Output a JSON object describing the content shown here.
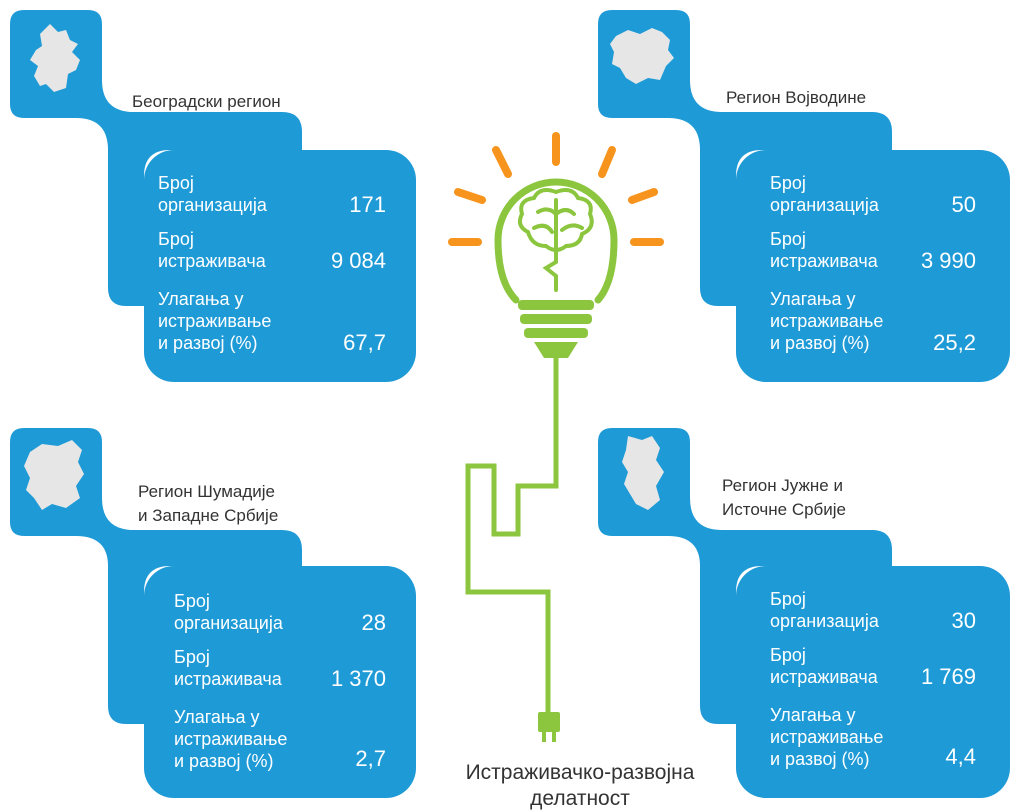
{
  "colors": {
    "panel": "#1e9ad6",
    "map": "#e6e6e6",
    "bulb": "#8cc63f",
    "rays": "#f7941d",
    "text_dark": "#333333"
  },
  "icons": {
    "bulb": "lightbulb-brain-icon",
    "plug": "plug-icon"
  },
  "labels": {
    "org_line1": "Број",
    "org_line2": "организација",
    "res_line1": "Број",
    "res_line2": "истраживача",
    "inv_line1": "Улагања у",
    "inv_line2": "истраживање",
    "inv_line3": "и развој (%)"
  },
  "regions": [
    {
      "name_line1": "Београдски регион",
      "name_line2": "",
      "organizations": "171",
      "researchers": "9 084",
      "investment": "67,7"
    },
    {
      "name_line1": "Регион Војводине",
      "name_line2": "",
      "organizations": "50",
      "researchers": "3 990",
      "investment": "25,2"
    },
    {
      "name_line1": "Регион Шумадије",
      "name_line2": "и Западне Србије",
      "organizations": "28",
      "researchers": "1 370",
      "investment": "2,7"
    },
    {
      "name_line1": "Регион Јужне и",
      "name_line2": "Источне Србије",
      "organizations": "30",
      "researchers": "1 769",
      "investment": "4,4"
    }
  ],
  "caption": {
    "line1": "Истраживачко-развојна",
    "line2": "делатност"
  }
}
